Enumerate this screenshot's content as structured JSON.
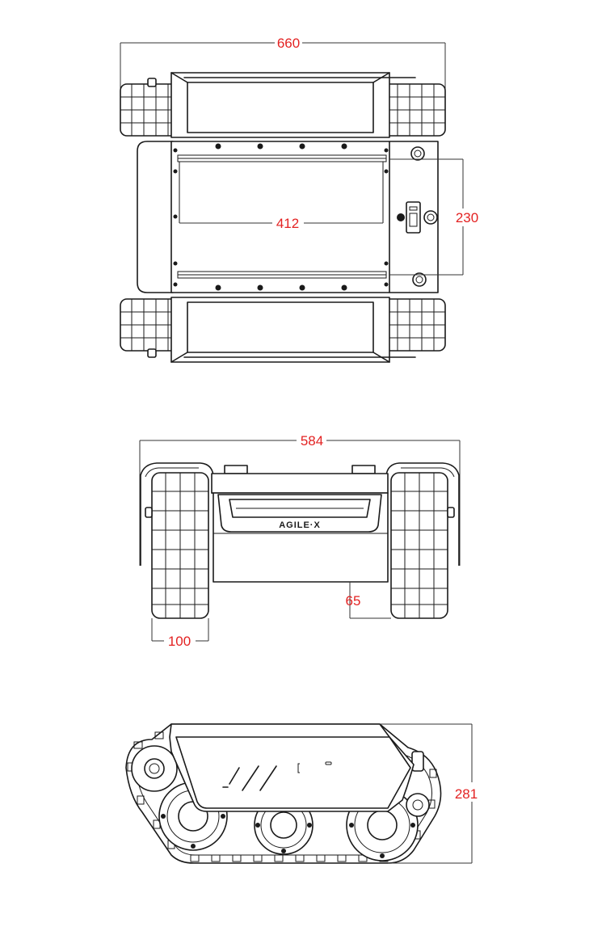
{
  "top_view": {
    "dim_overall_width": "660",
    "dim_inner_length": "412",
    "dim_side_height": "230"
  },
  "front_view": {
    "dim_overall_width": "584",
    "dim_track_width": "100",
    "dim_clearance": "65",
    "brand_label": "AGILE·X"
  },
  "side_view": {
    "dim_overall_height": "281"
  },
  "colors": {
    "dimension_text": "#e32222",
    "line": "#1a1a1a"
  }
}
